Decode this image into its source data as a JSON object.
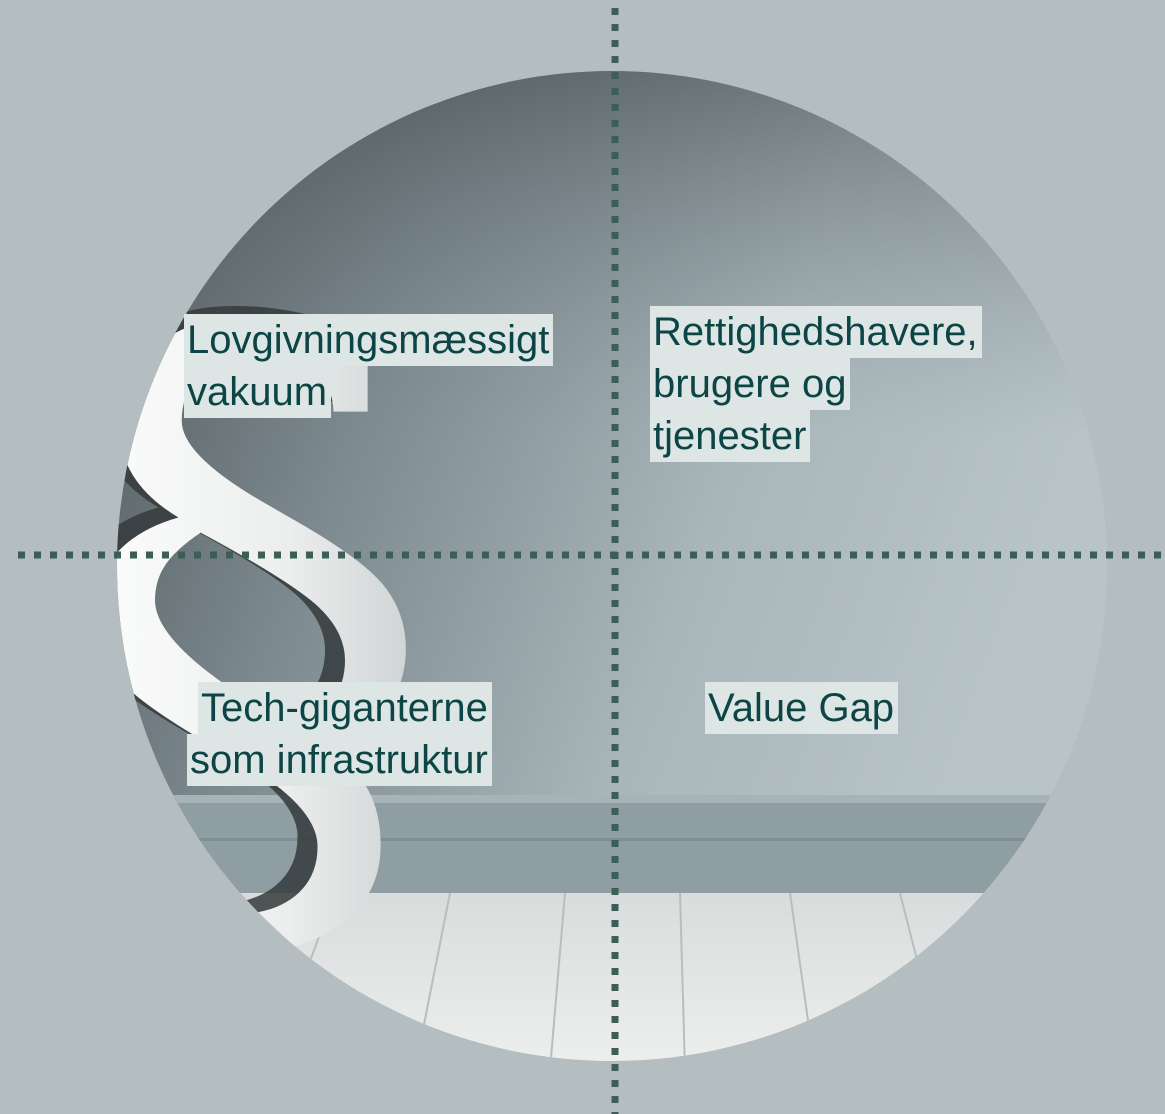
{
  "colors": {
    "background": "#b4bec0",
    "divider": "#3d5e57",
    "label_text": "#0d4546",
    "label_box": "#dde6e4",
    "wall": "#a3b1b5",
    "floor": "#e3e5e4"
  },
  "image": {
    "subject": "section-sign-sculpture",
    "glyph": "§"
  },
  "quadrants": {
    "top_left": {
      "lines": [
        "Lovgivningsmæssigt",
        "vakuum"
      ]
    },
    "top_right": {
      "lines": [
        "Rettighedshavere,",
        "brugere og",
        "tjenester"
      ]
    },
    "bottom_left": {
      "lines": [
        "Tech-giganterne",
        "som infrastruktur"
      ]
    },
    "bottom_right": {
      "lines": [
        "Value Gap"
      ]
    }
  }
}
